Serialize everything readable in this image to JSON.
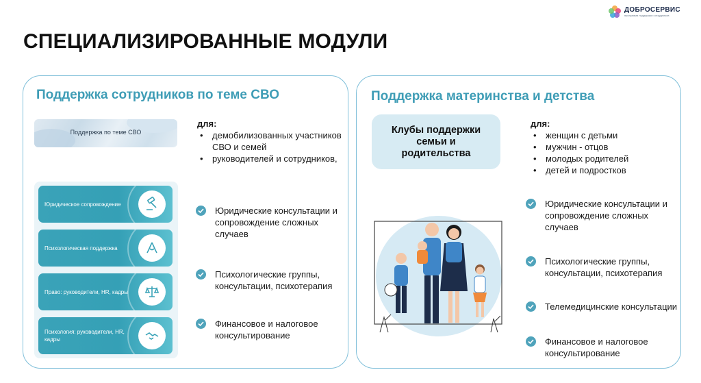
{
  "brand": {
    "name": "ДОБРОСЕРВИС",
    "tagline": "программа поддержки сотрудников"
  },
  "page_title": "СПЕЦИАЛИЗИРОВАННЫЕ МОДУЛИ",
  "left": {
    "title": "Поддержка сотрудников по теме СВО",
    "banner": "Поддержка по теме СВО",
    "audience_label": "для:",
    "audience": [
      "демобилизованных участников СВО и семей",
      "руководителей и сотрудников,"
    ],
    "modules": [
      {
        "label": "Юридическое сопровождение",
        "icon": "gavel-icon"
      },
      {
        "label": "Психологическая поддержка",
        "icon": "hands-icon"
      },
      {
        "label": "Право: руководители, HR, кадры",
        "icon": "scales-icon"
      },
      {
        "label": "Психология: руководители, HR, кадры",
        "icon": "handshake-icon"
      }
    ],
    "features": [
      "Юридические консультации и сопровождение сложных случаев",
      "Психологические группы, консультации, психотерапия",
      "Финансовое и налоговое консультирование"
    ]
  },
  "right": {
    "title": "Поддержка материнства и детства",
    "club": "Клубы поддержки семьи и родительства",
    "audience_label": "для:",
    "audience": [
      "женщин с детьми",
      "мужчин - отцов",
      "молодых родителей",
      "детей и подростков"
    ],
    "features": [
      "Юридические консультации и сопровождение сложных случаев",
      "Психологические группы, консультации, психотерапия",
      "Телемедицинские консультации",
      "Финансовое и налоговое консультирование"
    ]
  },
  "colors": {
    "accent": "#3f9db6",
    "border": "#7fbfd9",
    "module": "#35a0b6",
    "check": "#4fa3bb"
  }
}
